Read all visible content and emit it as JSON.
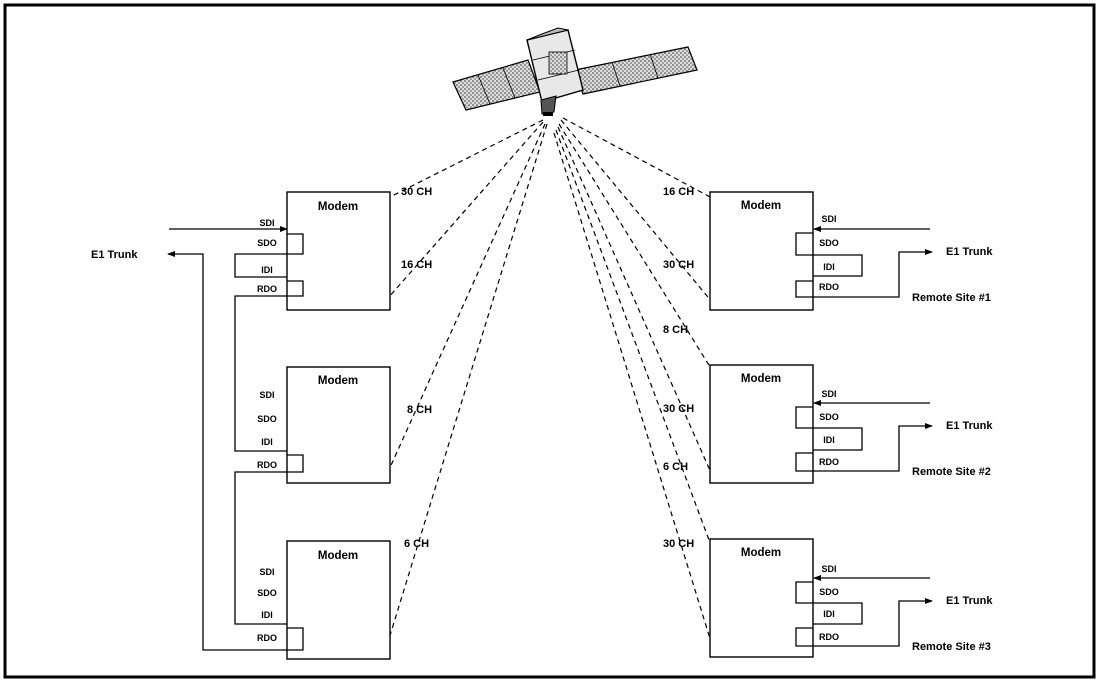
{
  "hub": {
    "trunk_label": "E1 Trunk",
    "modems": [
      {
        "title": "Modem",
        "ports": [
          "SDI",
          "SDO",
          "IDI",
          "RDO"
        ],
        "channels": [
          "30 CH",
          "16 CH"
        ]
      },
      {
        "title": "Modem",
        "ports": [
          "SDI",
          "SDO",
          "IDI",
          "RDO"
        ],
        "channels": [
          "8 CH"
        ]
      },
      {
        "title": "Modem",
        "ports": [
          "SDI",
          "SDO",
          "IDI",
          "RDO"
        ],
        "channels": [
          "6 CH"
        ]
      }
    ]
  },
  "remotes": [
    {
      "title": "Modem",
      "ports": [
        "SDI",
        "SDO",
        "IDI",
        "RDO"
      ],
      "channels": [
        "16 CH",
        "30 CH"
      ],
      "trunk_label": "E1 Trunk",
      "site_label": "Remote Site #1"
    },
    {
      "title": "Modem",
      "ports": [
        "SDI",
        "SDO",
        "IDI",
        "RDO"
      ],
      "channels": [
        "8 CH",
        "30 CH",
        "6 CH"
      ],
      "trunk_label": "E1 Trunk",
      "site_label": "Remote Site #2"
    },
    {
      "title": "Modem",
      "ports": [
        "SDI",
        "SDO",
        "IDI",
        "RDO"
      ],
      "channels": [
        "30 CH"
      ],
      "trunk_label": "E1 Trunk",
      "site_label": "Remote Site #3"
    }
  ]
}
